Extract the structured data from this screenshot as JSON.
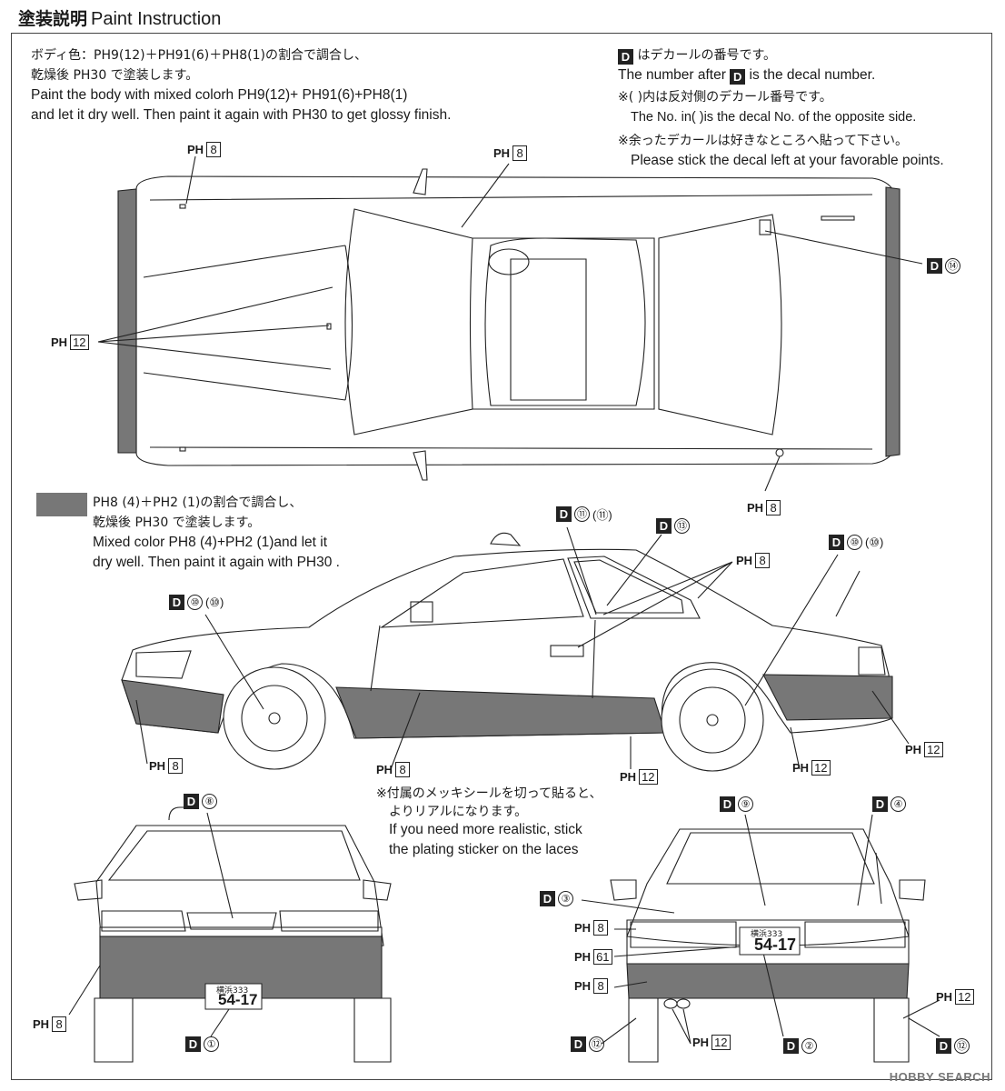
{
  "header": {
    "title_jp": "塗装説明",
    "title_en": "Paint Instruction"
  },
  "instructions": {
    "body_jp_1": "ボディ色：PH9(12)＋PH91(6)＋PH8(1)の割合で調合し、",
    "body_jp_2": "乾燥後 PH30 で塗装します。",
    "body_en_1": "Paint the body with mixed colorh PH9(12)+ PH91(6)+PH8(1)",
    "body_en_2": "and let it dry well. Then paint it again with PH30 to get glossy finish.",
    "decal_jp": "はデカールの番号です。",
    "decal_en_pre": "The number after",
    "decal_en_post": "is the decal number.",
    "opposite_jp": "※(   )内は反対側のデカール番号です。",
    "opposite_en": "The No. in(   )is the decal No. of the opposite side.",
    "leftover_jp": "※余ったデカールは好きなところへ貼って下さい。",
    "leftover_en": "Please stick the decal left at your favorable points.",
    "mix_jp_1": "PH8 (4)＋PH2 (1)の割合で調合し、",
    "mix_jp_2": "乾燥後 PH30 で塗装します。",
    "mix_en_1": "Mixed color PH8 (4)+PH2 (1)and let it",
    "mix_en_2": "dry well. Then paint it again with PH30 .",
    "plating_jp_1": "※付属のメッキシールを切って貼ると、",
    "plating_jp_2": "よりリアルになります。",
    "plating_en_1": "If you need more realistic, stick",
    "plating_en_2": "the plating sticker on the laces"
  },
  "labels": {
    "ph": "PH",
    "d": "D",
    "c8": "8",
    "c12": "12",
    "c61": "61",
    "n1": "①",
    "n2": "②",
    "n3": "③",
    "n4": "④",
    "n8": "⑧",
    "n9": "⑨",
    "n10": "⑩",
    "n11": "⑪",
    "n12": "⑫",
    "n13": "⑬",
    "n14": "⑭",
    "n10p": "(⑩)",
    "n11p": "(⑪)"
  },
  "plates": {
    "front_region": "横浜333",
    "front_number": "54-17",
    "rear_region": "横浜333",
    "rear_number": "54-17"
  },
  "watermark": "HOBBY SEARCH",
  "colors": {
    "swatch": "#777777",
    "tire": "#6e6e6e",
    "trim": "#8a8a8a"
  }
}
